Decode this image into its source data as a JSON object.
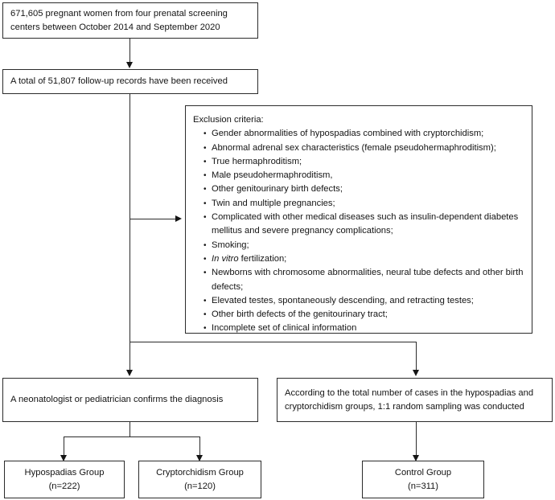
{
  "figure": {
    "type": "flowchart",
    "orientation": "top-down"
  },
  "nodes": {
    "enrollment": {
      "lines": [
        "671,605 pregnant women from four prenatal screening",
        "centers between October 2014 and September 2020"
      ]
    },
    "followup": {
      "lines": [
        "A total of 51,807 follow-up records have been received"
      ]
    },
    "exclusion": {
      "title": "Exclusion criteria:",
      "items": [
        {
          "text": "Gender abnormalities of hypospadias combined with cryptorchidism;"
        },
        {
          "text": "Abnormal adrenal sex characteristics (female pseudohermaphroditism);"
        },
        {
          "text": "True hermaphroditism;"
        },
        {
          "text": "Male pseudohermaphroditism,"
        },
        {
          "text": "Other genitourinary birth defects;"
        },
        {
          "text": "Twin and multiple pregnancies;"
        },
        {
          "text": "Complicated with other medical diseases such as insulin-dependent diabetes mellitus and severe pregnancy complications;"
        },
        {
          "text": "Smoking;"
        },
        {
          "italic_prefix": "In vitro",
          "text": " fertilization;"
        },
        {
          "text": "Newborns with chromosome abnormalities, neural tube defects and other birth defects;"
        },
        {
          "text": "Elevated testes, spontaneously descending, and retracting testes;"
        },
        {
          "text": "Other birth defects of the genitourinary tract;"
        },
        {
          "text": "Incomplete set of clinical information"
        }
      ]
    },
    "diagnosis": {
      "lines": [
        "A neonatologist or pediatrician confirms the diagnosis"
      ]
    },
    "sampling": {
      "lines": [
        "According to the total number of cases in the hypospadias and",
        "cryptorchidism groups, 1:1 random sampling was conducted"
      ]
    },
    "hypospadias_group": {
      "label": "Hypospadias Group",
      "count": "(n=222)"
    },
    "cryptorchidism_group": {
      "label": "Cryptorchidism Group",
      "count": "(n=120)"
    },
    "control_group": {
      "label": "Control Group",
      "count": "(n=311)"
    }
  },
  "colors": {
    "border": "#2b2b2b",
    "text": "#141414",
    "connector": "#2b2b2b",
    "arrowhead": "#151515",
    "background": "#ffffff"
  }
}
